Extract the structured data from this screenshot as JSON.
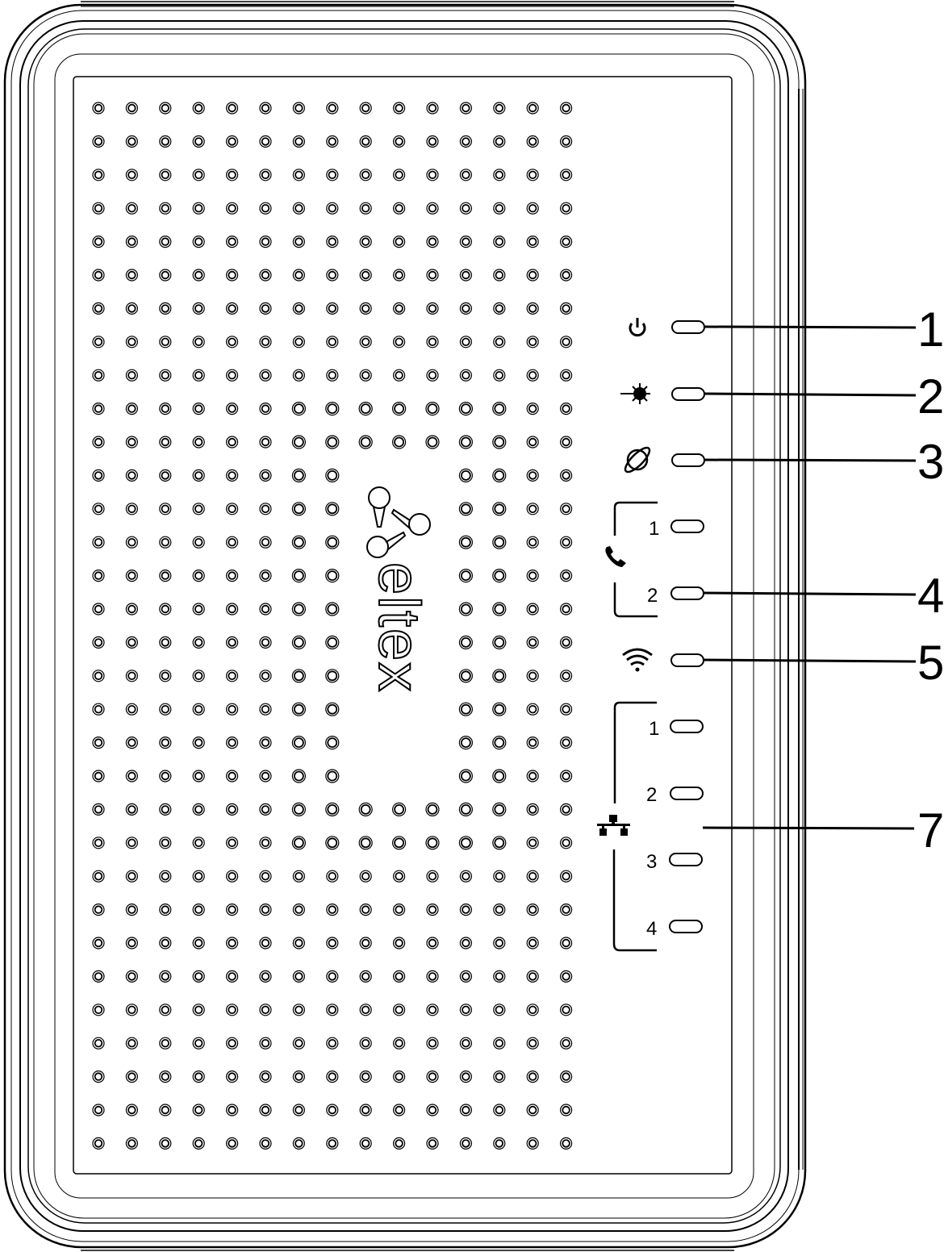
{
  "device": {
    "logo_text": "eltex",
    "colors": {
      "line": "#000000",
      "background": "#ffffff"
    },
    "indicators": [
      {
        "icon": "power-icon",
        "callout": "1"
      },
      {
        "icon": "optical-laser-icon",
        "callout": "2"
      },
      {
        "icon": "internet-globe-icon",
        "callout": "3"
      },
      {
        "icon": "phone-icon",
        "callout": "4",
        "ports": [
          "1",
          "2"
        ]
      },
      {
        "icon": "wifi-icon",
        "callout": "5"
      },
      {
        "icon": "lan-network-icon",
        "callout": "7",
        "ports": [
          "1",
          "2",
          "3",
          "4"
        ]
      }
    ]
  }
}
